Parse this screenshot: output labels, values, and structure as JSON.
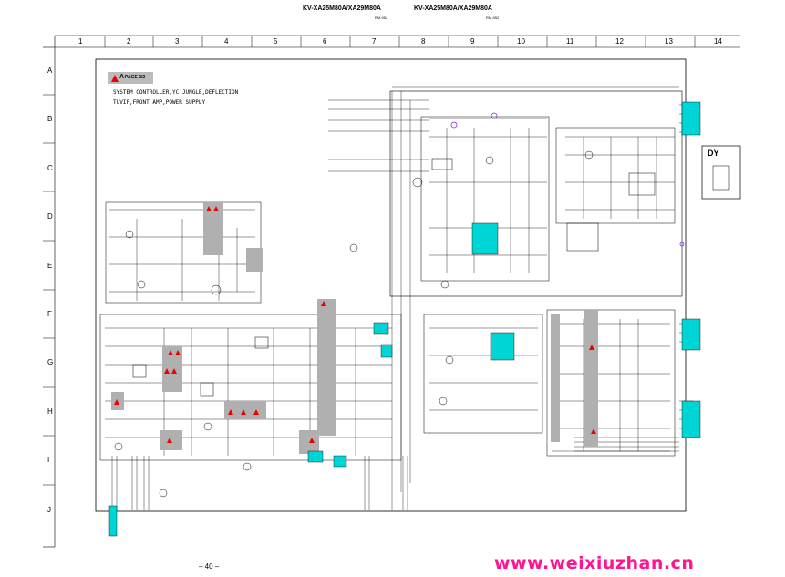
{
  "header": {
    "model_left": "KV-XA25M80A/XA29M80A",
    "model_right": "KV-XA25M80A/XA29M80A",
    "sub_left": "RM-952",
    "sub_right": "RM-952"
  },
  "grid": {
    "columns": [
      "1",
      "2",
      "3",
      "4",
      "5",
      "6",
      "7",
      "8",
      "9",
      "10",
      "11",
      "12",
      "13",
      "14"
    ],
    "rows": [
      "A",
      "B",
      "C",
      "D",
      "E",
      "F",
      "G",
      "H",
      "I",
      "J"
    ]
  },
  "page_tag": {
    "letter": "A",
    "text": "PAGE 2/2"
  },
  "description": {
    "line1": "SYSTEM CONTROLLER,YC JUNGLE,DEFLECTION",
    "line2": "TUVIF,FRONT AMP,POWER SUPPLY"
  },
  "dy_label": "DY",
  "page_number": "– 40 –",
  "watermark": "www.weixiuzhan.cn",
  "colors": {
    "connector": "#00d5d5",
    "warning": "#e00000",
    "shade": "#b0b0b0",
    "watermark": "#ff1493",
    "wire": "#000000"
  }
}
